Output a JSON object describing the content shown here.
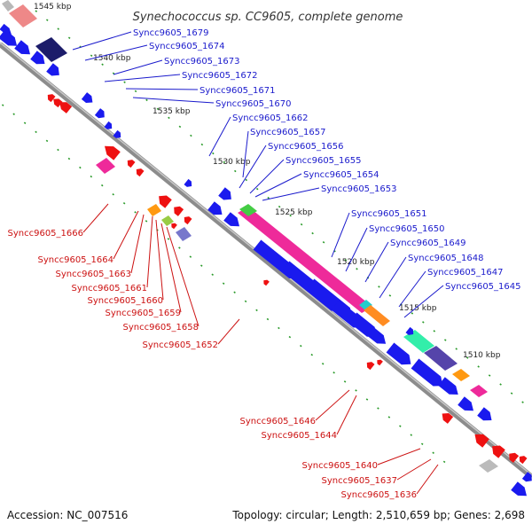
{
  "title": "Synechococcus sp. CC9605, complete genome",
  "footer": {
    "accession": "Accession: NC_007516",
    "topology": "Topology: circular; Length: 2,510,659 bp; Genes: 2,698"
  },
  "colors": {
    "forward_gene": "#1a1aee",
    "reverse_gene": "#ee1111",
    "backbone": "#8a8a8a",
    "tick": "#2a9a2a",
    "label_blue": "#1a1acc",
    "label_red": "#cc1111"
  },
  "ticks": [
    {
      "label": "1545 kbp"
    },
    {
      "label": "1540 kbp"
    },
    {
      "label": "1535 kbp"
    },
    {
      "label": "1530 kbp"
    },
    {
      "label": "1525 kbp"
    },
    {
      "label": "1520 kbp"
    },
    {
      "label": "1515 kbp"
    },
    {
      "label": "1510 kbp"
    }
  ],
  "forward_labels": [
    "Syncc9605_1679",
    "Syncc9605_1674",
    "Syncc9605_1673",
    "Syncc9605_1672",
    "Syncc9605_1671",
    "Syncc9605_1670",
    "Syncc9605_1662",
    "Syncc9605_1657",
    "Syncc9605_1656",
    "Syncc9605_1655",
    "Syncc9605_1654",
    "Syncc9605_1653",
    "Syncc9605_1651",
    "Syncc9605_1650",
    "Syncc9605_1649",
    "Syncc9605_1648",
    "Syncc9605_1647",
    "Syncc9605_1645"
  ],
  "reverse_labels": [
    "Syncc9605_1666",
    "Syncc9605_1664",
    "Syncc9605_1663",
    "Syncc9605_1661",
    "Syncc9605_1660",
    "Syncc9605_1659",
    "Syncc9605_1658",
    "Syncc9605_1652",
    "Syncc9605_1646",
    "Syncc9605_1644",
    "Syncc9605_1640",
    "Syncc9605_1637",
    "Syncc9605_1636"
  ]
}
